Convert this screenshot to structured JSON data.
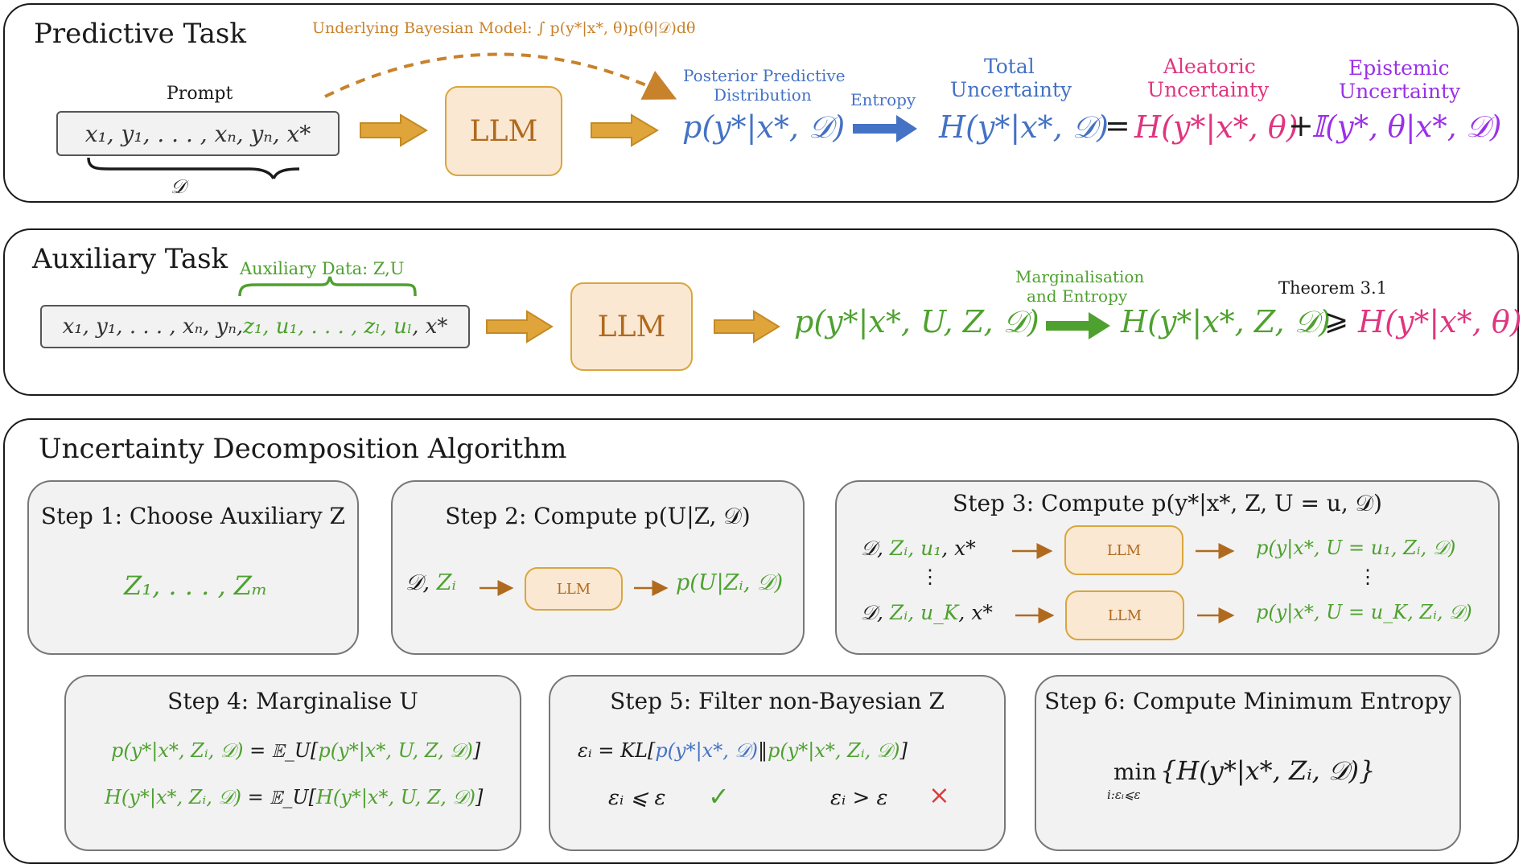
{
  "predictive": {
    "title": "Predictive Task",
    "underlying_label": "Underlying Bayesian Model: ∫ p(y*|x*, θ)p(θ|𝒟)dθ",
    "prompt_label": "Prompt",
    "prompt_text": "x₁, y₁, . . . , xₙ, yₙ, x*",
    "brace_label": "𝒟",
    "llm": "LLM",
    "posterior_label_1": "Posterior Predictive",
    "posterior_label_2": "Distribution",
    "posterior_expr": "p(y*|x*, 𝒟)",
    "entropy_label": "Entropy",
    "total_label_1": "Total",
    "total_label_2": "Uncertainty",
    "total_expr": "H(y*|x*, 𝒟)",
    "equals": "=",
    "aleatoric_label_1": "Aleatoric",
    "aleatoric_label_2": "Uncertainty",
    "aleatoric_expr": "H(y*|x*, θ)",
    "plus": "+",
    "epistemic_label_1": "Epistemic",
    "epistemic_label_2": "Uncertainty",
    "epistemic_expr": "𝕀(y*, θ|x*, 𝒟)"
  },
  "auxiliary": {
    "title": "Auxiliary Task",
    "aux_data_label": "Auxiliary Data: Z,U",
    "input_plain": "x₁, y₁, . . . , xₙ, yₙ, ",
    "input_green": "z₁, u₁, . . . , zₗ, uₗ",
    "input_end": ", x*",
    "llm": "LLM",
    "output_expr": "p(y*|x*, U, Z, 𝒟)",
    "marg_label_1": "Marginalisation",
    "marg_label_2": "and Entropy",
    "entropy_expr": "H(y*|x*, Z, 𝒟)",
    "geq": "⩾",
    "theorem_label": "Theorem 3.1",
    "aleatoric_expr": "H(y*|x*, θ)"
  },
  "algorithm": {
    "title": "Uncertainty Decomposition Algorithm",
    "step1": {
      "title": "Step 1: Choose Auxiliary Z",
      "expr": "Z₁, . . . , Zₘ"
    },
    "step2": {
      "title": "Step 2: Compute p(U|Z, 𝒟)",
      "input_d": "𝒟, ",
      "input_z": "Zᵢ",
      "llm": "LLM",
      "output": "p(U|Zᵢ, 𝒟)"
    },
    "step3": {
      "title": "Step 3: Compute p(y*|x*, Z, U = u, 𝒟)",
      "row1_in_d": "𝒟, ",
      "row1_in_g": "Zᵢ, u₁",
      "row1_in_x": ", x*",
      "row1_llm": "LLM",
      "row1_out": "p(y|x*, U = u₁, Zᵢ, 𝒟)",
      "dots": "⋮",
      "row2_in_d": "𝒟, ",
      "row2_in_g": "Zᵢ, u_K",
      "row2_in_x": ", x*",
      "row2_llm": "LLM",
      "row2_out": "p(y|x*, U = u_K, Zᵢ, 𝒟)"
    },
    "step4": {
      "title": "Step 4: Marginalise U",
      "eq1_lhs": "p(y*|x*, Zᵢ, 𝒟)",
      "eq1_mid": " = 𝔼_U[",
      "eq1_rhs": "p(y*|x*, U, Z, 𝒟)",
      "eq1_end": "]",
      "eq2_lhs": "H(y*|x*, Zᵢ, 𝒟)",
      "eq2_mid": " = 𝔼_U[",
      "eq2_rhs": "H(y*|x*, U, Z, 𝒟)",
      "eq2_end": "]"
    },
    "step5": {
      "title": "Step 5: Filter non-Bayesian Z",
      "kl_lhs": "εᵢ = KL[",
      "kl_blue": "p(y*|x*, 𝒟)",
      "kl_sep": "‖",
      "kl_green": "p(y*|x*, Zᵢ, 𝒟)",
      "kl_end": "]",
      "cond_ok": "εᵢ ⩽ ε",
      "check": "✓",
      "cond_bad": "εᵢ > ε",
      "cross": "×"
    },
    "step6": {
      "title": "Step 6: Compute Minimum Entropy",
      "min_word": "min",
      "min_sub": "i:εᵢ⩽ε",
      "expr": "{H(y*|x*, Zᵢ, 𝒟)}"
    }
  },
  "colors": {
    "blue": "#4472c4",
    "green": "#4ea12f",
    "orange": "#c8822c",
    "pink": "#e0357f",
    "purple": "#9b30e8",
    "arrow_orange": "#e0a53a",
    "llm_fill": "#fbe8d3"
  }
}
